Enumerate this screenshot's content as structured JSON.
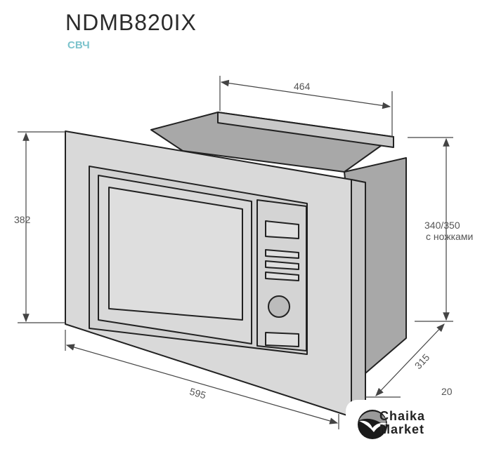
{
  "header": {
    "title": "NDMB820IX",
    "subtitle": "СВЧ"
  },
  "dimensions": {
    "width_top": "464",
    "height_front": "382",
    "height_body_line1": "340/350",
    "height_body_line2": "с ножками",
    "width_front": "595",
    "depth": "315",
    "partial": "20"
  },
  "logo": {
    "line1": "Chaika",
    "line2": "Market"
  },
  "colors": {
    "accent": "#7cc3cc",
    "line": "#333333",
    "fill_light": "#d9d9d9",
    "fill_dark": "#a8a8a8"
  }
}
